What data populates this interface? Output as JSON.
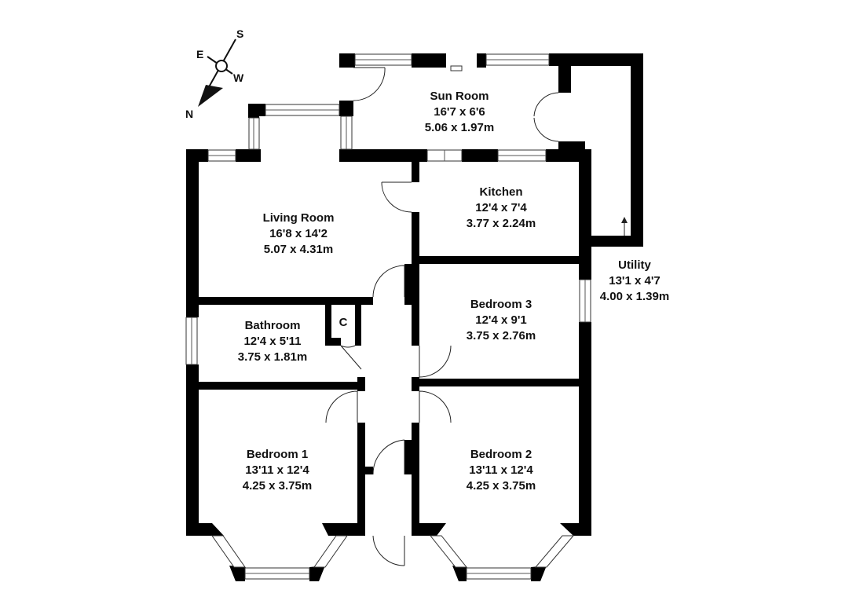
{
  "colors": {
    "wall": "#000000",
    "background": "#ffffff",
    "text": "#111111"
  },
  "compass": {
    "n": "N",
    "s": "S",
    "e": "E",
    "w": "W",
    "icon": "compass-arrow-icon"
  },
  "rooms": {
    "sun_room": {
      "name": "Sun Room",
      "imperial": "16'7 x 6'6",
      "metric": "5.06 x 1.97m"
    },
    "kitchen": {
      "name": "Kitchen",
      "imperial": "12'4 x 7'4",
      "metric": "3.77 x 2.24m"
    },
    "living_room": {
      "name": "Living Room",
      "imperial": "16'8 x 14'2",
      "metric": "5.07 x 4.31m"
    },
    "utility": {
      "name": "Utility",
      "imperial": "13'1 x 4'7",
      "metric": "4.00 x 1.39m"
    },
    "bedroom_3": {
      "name": "Bedroom 3",
      "imperial": "12'4 x 9'1",
      "metric": "3.75 x 2.76m"
    },
    "bathroom": {
      "name": "Bathroom",
      "imperial": "12'4 x 5'11",
      "metric": "3.75 x 1.81m"
    },
    "cupboard": {
      "name": "C"
    },
    "bedroom_1": {
      "name": "Bedroom 1",
      "imperial": "13'11 x 12'4",
      "metric": "4.25 x 3.75m"
    },
    "bedroom_2": {
      "name": "Bedroom 2",
      "imperial": "13'11 x 12'4",
      "metric": "4.25 x 3.75m"
    }
  }
}
